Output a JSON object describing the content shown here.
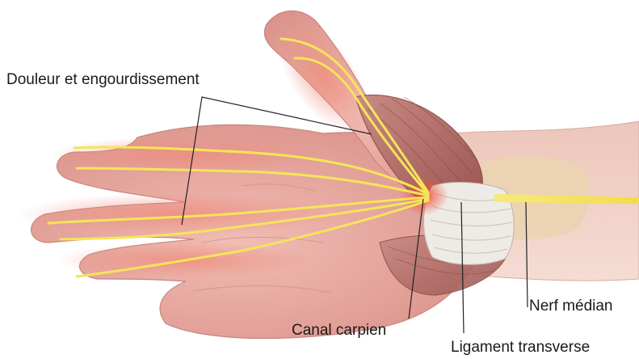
{
  "figure": {
    "labels": {
      "pain": "Douleur et engourdissement",
      "canal": "Canal carpien",
      "nerve": "Nerf médian",
      "ligament": "Ligament transverse"
    },
    "colors": {
      "skin": "#e7a39b",
      "skin_light": "#f2c2ba",
      "nerve": "#f4e55a",
      "inflammation": "#e8483a",
      "muscle": "#b86a66",
      "ligament": "#eeeae6",
      "bone": "#ead4b0",
      "leader_line": "#222222"
    }
  }
}
